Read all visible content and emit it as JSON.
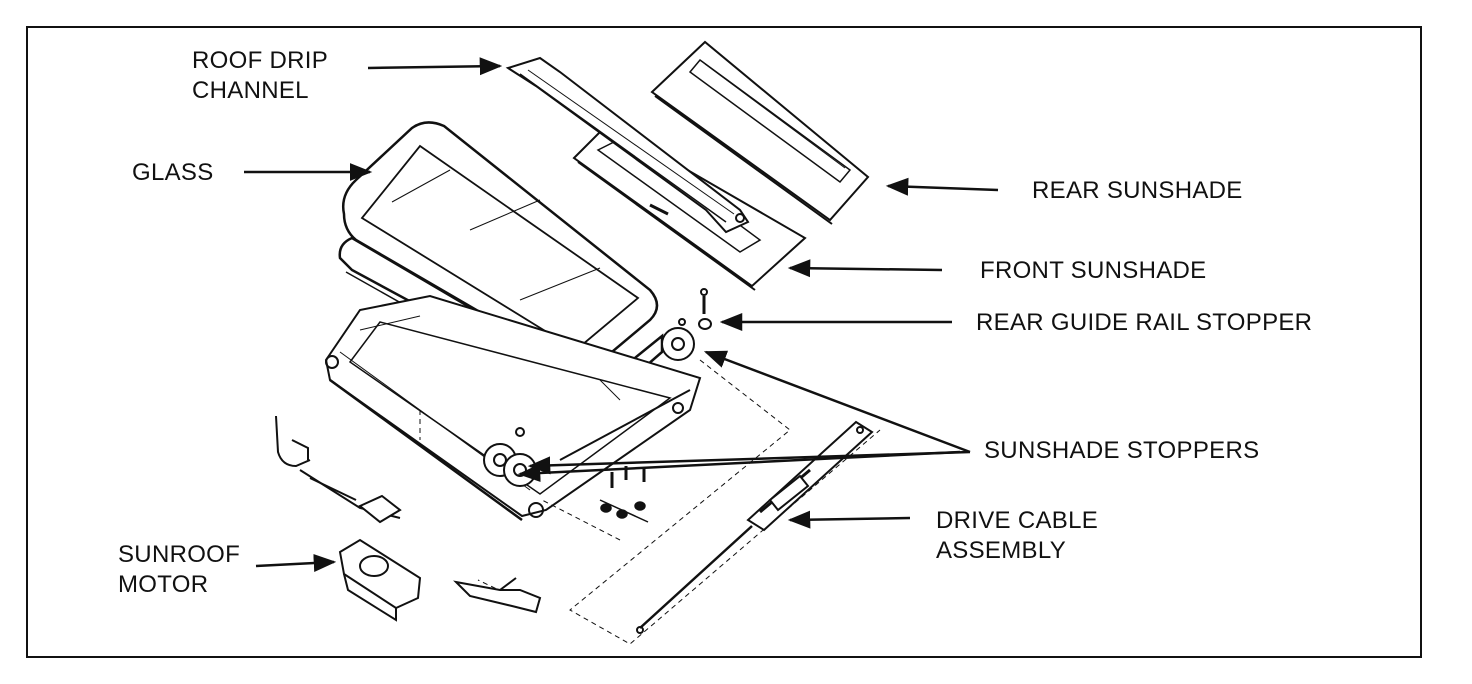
{
  "labels": {
    "roof_drip_channel": [
      "ROOF DRIP",
      "CHANNEL"
    ],
    "glass": "GLASS",
    "rear_sunshade": "REAR SUNSHADE",
    "front_sunshade": "FRONT SUNSHADE",
    "rear_guide_rail_stopper": "REAR GUIDE RAIL STOPPER",
    "sunshade_stoppers": "SUNSHADE STOPPERS",
    "drive_cable_assembly": [
      "DRIVE CABLE",
      "ASSEMBLY"
    ],
    "sunroof_motor": [
      "SUNROOF",
      "MOTOR"
    ]
  },
  "colors": {
    "ink": "#111111",
    "paper": "#ffffff"
  }
}
